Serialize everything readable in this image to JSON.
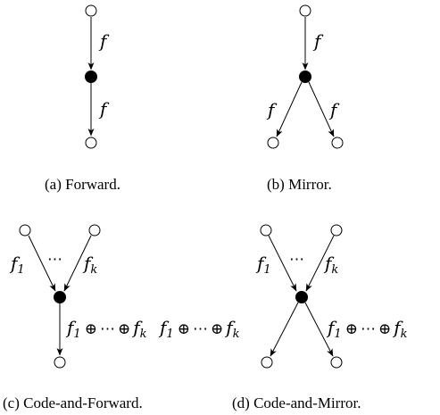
{
  "captions": {
    "a": "(a) Forward.",
    "b": "(b) Mirror.",
    "c": "(c) Code-and-Forward.",
    "d": "(d) Code-and-Mirror."
  },
  "labels": {
    "f": "f",
    "one": "1",
    "k": "k",
    "dots": "⋯",
    "oplus": "⊕"
  }
}
